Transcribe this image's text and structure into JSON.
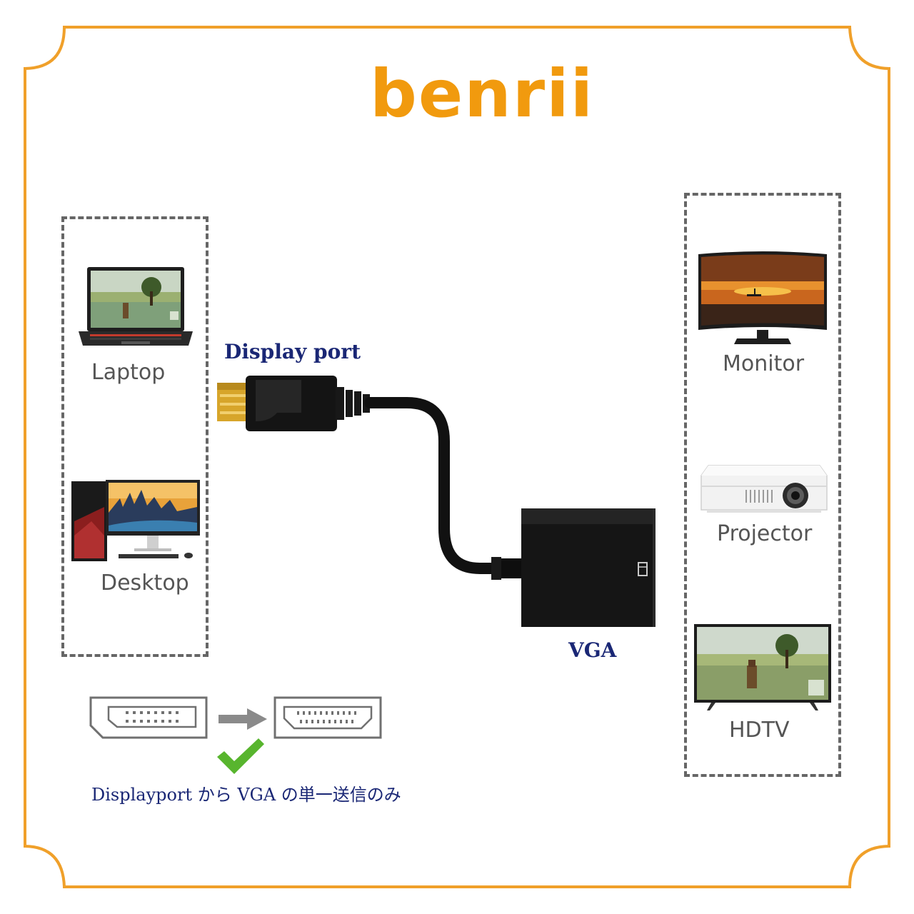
{
  "brand": {
    "name": "benrii",
    "color": "#F19A0E"
  },
  "colors": {
    "frame": "#F0A02A",
    "navy": "#1A2775",
    "label_gray": "#555555",
    "check_green": "#58B52E",
    "connector_gold": "#D7A52A"
  },
  "sources": {
    "laptop_label": "Laptop",
    "desktop_label": "Desktop"
  },
  "targets": {
    "monitor_label": "Monitor",
    "projector_label": "Projector",
    "hdtv_label": "HDTV"
  },
  "cable": {
    "input_label": "Display port",
    "output_label": "VGA"
  },
  "direction": {
    "caption": "Displayport から VGA の単一送信のみ"
  },
  "icons": [
    "laptop-icon",
    "desktop-icon",
    "monitor-icon",
    "projector-icon",
    "hdtv-icon",
    "displayport-icon",
    "arrow-right-icon",
    "hdmi-port-icon",
    "checkmark-icon",
    "usb-icon"
  ]
}
